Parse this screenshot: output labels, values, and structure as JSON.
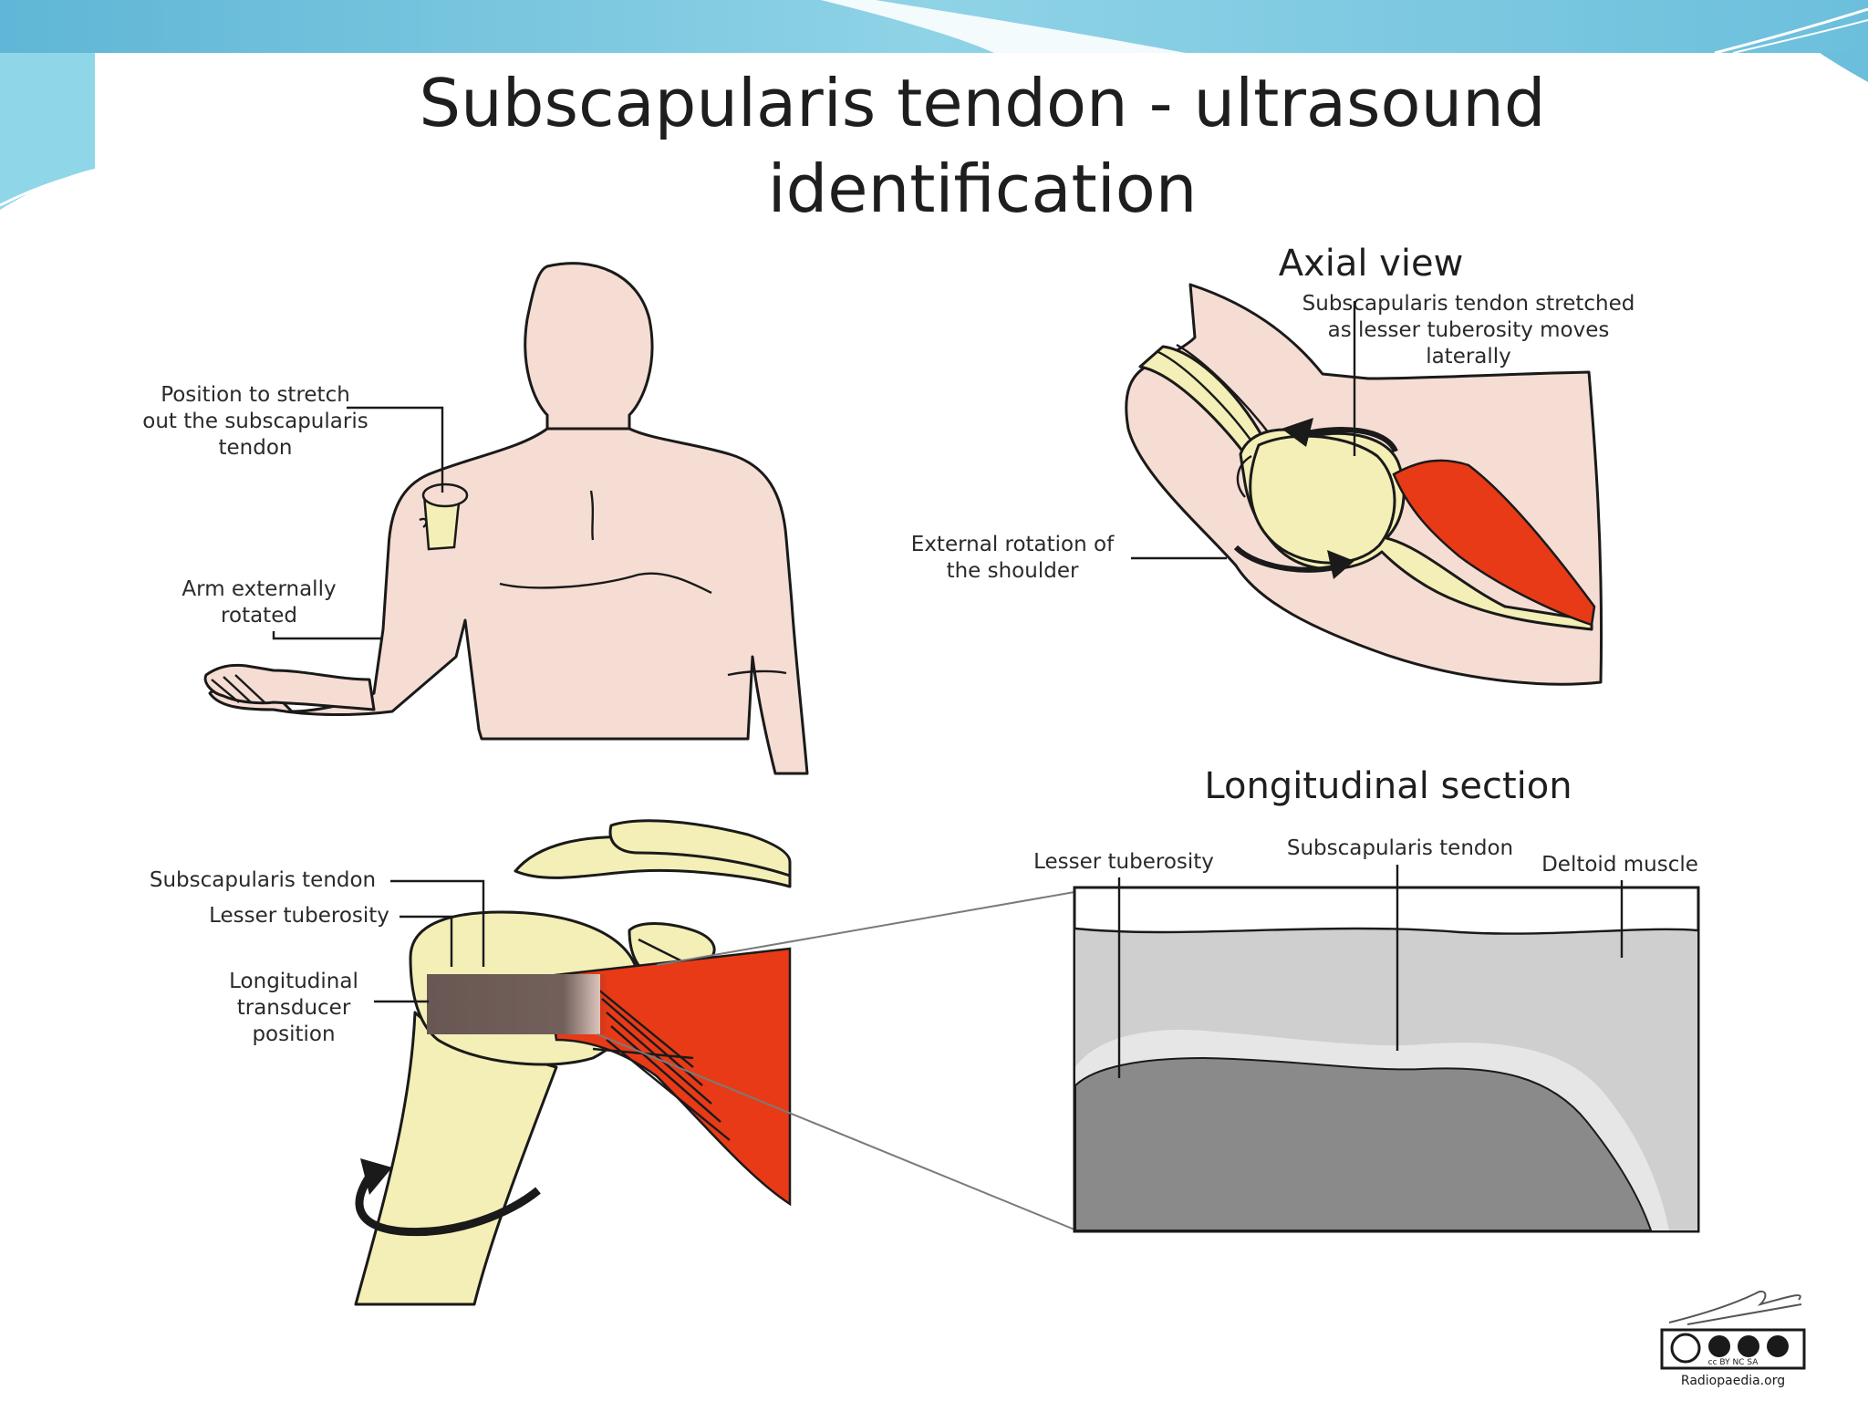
{
  "slide": {
    "title_line1": "Subscapularis tendon - ultrasound",
    "title_line2": "identification"
  },
  "body_figure": {
    "label_position": [
      "Position to stretch",
      "out the subscapularis",
      "tendon"
    ],
    "label_arm": [
      "Arm externally",
      "rotated"
    ]
  },
  "axial_view": {
    "heading": "Axial view",
    "label_stretched": [
      "Subscapularis tendon stretched",
      "as lesser tuberosity moves",
      "laterally"
    ],
    "label_rotation": [
      "External rotation of",
      "the shoulder"
    ]
  },
  "shoulder_bones": {
    "label_tendon": "Subscapularis tendon",
    "label_tuberosity": "Lesser tuberosity",
    "label_transducer": [
      "Longitudinal",
      "transducer",
      "position"
    ]
  },
  "longitudinal_section": {
    "heading": "Longitudinal section",
    "label_tuberosity": "Lesser tuberosity",
    "label_tendon": "Subscapularis tendon",
    "label_deltoid": "Deltoid muscle"
  },
  "credit": {
    "license_badge": "cc BY NC SA",
    "source": "Radiopaedia.org"
  },
  "colors": {
    "skin": "#f6ddd3",
    "bone": "#f3efb6",
    "muscle": "#e83a17",
    "slide_accent": "#7cc8e0"
  }
}
